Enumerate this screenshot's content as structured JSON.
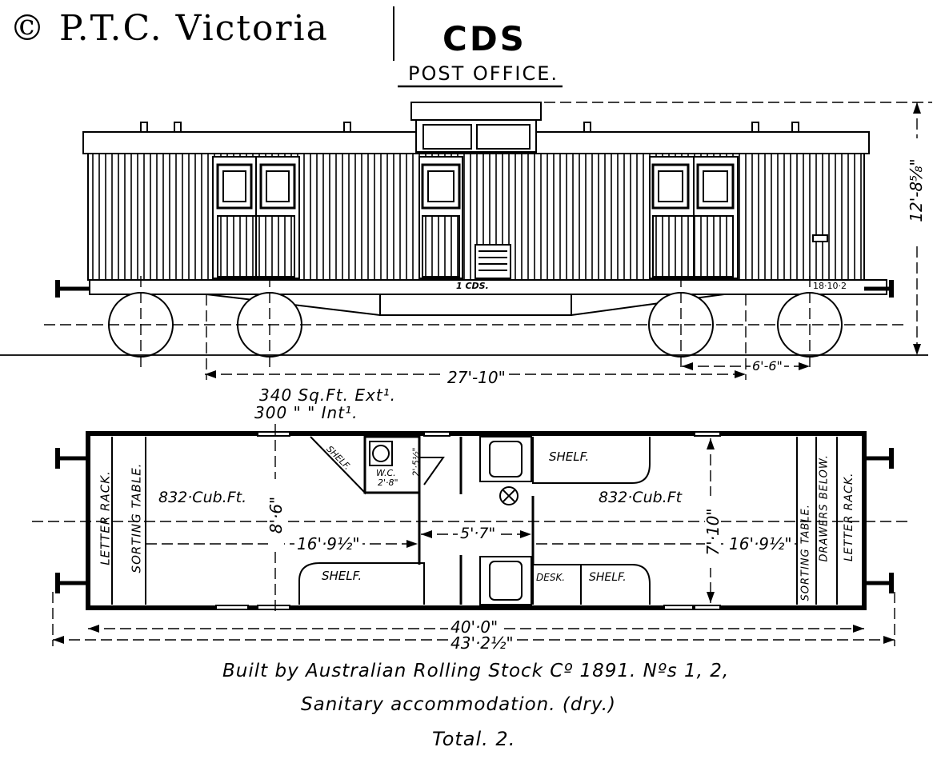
{
  "copyright": "© P.T.C. Victoria",
  "header": {
    "code": "CDS",
    "subtitle": "POST OFFICE."
  },
  "elevation": {
    "overall_height": "12'-8⅝\"",
    "bogie_centres": "27'-10\"",
    "bogie_wheelbase": "6'-6\"",
    "body_label": "1 CDS.",
    "date_label": "18·10·2"
  },
  "floor_area": {
    "external": "340 Sq.Ft. Ext¹.",
    "internal": "300 \" \" Int¹."
  },
  "plan": {
    "left_volume": "832·Cub.Ft.",
    "right_volume": "832·Cub.Ft",
    "left_rack": "LETTER RACK.",
    "left_table": "SORTING TABLE.",
    "right_rack": "LETTER RACK.",
    "right_table": "SORTING TABLE.",
    "right_drawers": "DRAWERS BELOW.",
    "shelf_tl": "SHELF.",
    "shelf_tr": "SHELF.",
    "shelf_bl": "SHELF.",
    "shelf_br": "SHELF.",
    "desk": "DESK.",
    "wc": "W.C.",
    "wc_dim": "2'·8\"",
    "wc_depth": "2'·5½\"",
    "left_width": "8'·6\"",
    "right_width": "7'·10\"",
    "left_length": "16'·9½\"",
    "right_length": "16'·9½\"",
    "centre_length": "5'·7\"",
    "body_length": "40'·0\"",
    "overall_length": "43'·2½\""
  },
  "notes": {
    "line1": "Built by Australian Rolling Stock Cº 1891. Nºs 1, 2,",
    "line2": "Sanitary accommodation. (dry.)",
    "line3": "Total. 2."
  }
}
